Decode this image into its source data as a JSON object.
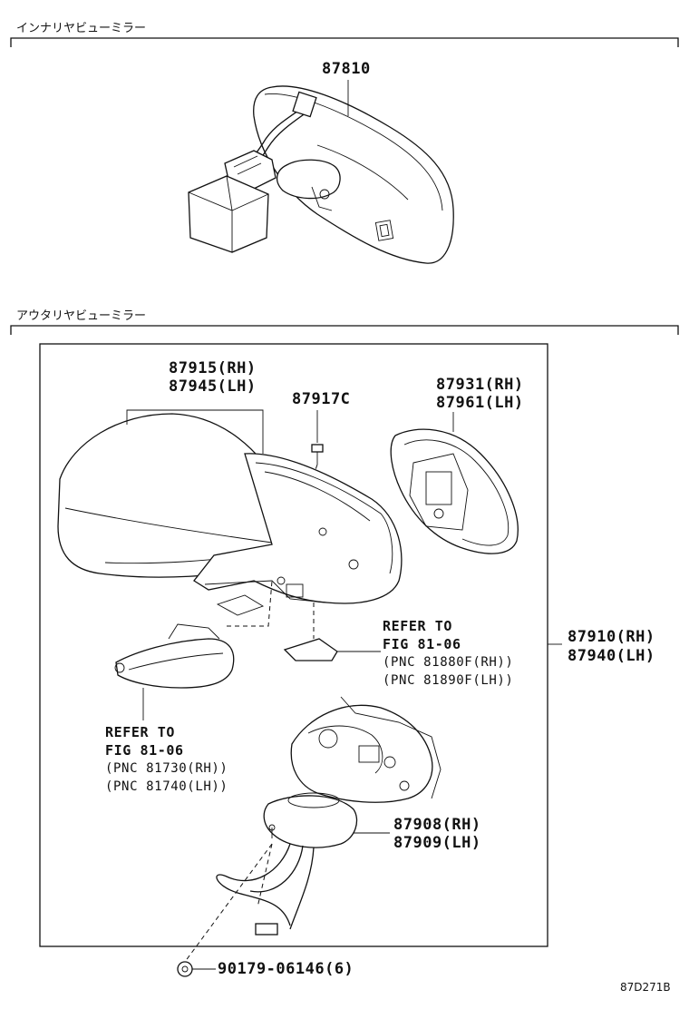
{
  "sections": {
    "inner_title": "インナリヤビューミラー",
    "outer_title": "アウタリヤビューミラー"
  },
  "parts": {
    "inner_mirror": "87810",
    "cover_rh": "87915(RH)",
    "cover_lh": "87945(LH)",
    "screw": "87917C",
    "mirror_glass_rh": "87931(RH)",
    "mirror_glass_lh": "87961(LH)",
    "outer_mirror_rh": "87910(RH)",
    "outer_mirror_lh": "87940(LH)",
    "retractor_rh": "87908(RH)",
    "retractor_lh": "87909(LH)",
    "nut": "90179-06146(6)"
  },
  "refs": {
    "upper": {
      "line1": "REFER TO",
      "line2": "FIG 81-06",
      "line3": "(PNC 81880F(RH))",
      "line4": "(PNC 81890F(LH))"
    },
    "lower": {
      "line1": "REFER TO",
      "line2": "FIG 81-06",
      "line3": "(PNC 81730(RH))",
      "line4": "(PNC 81740(LH))"
    }
  },
  "drawing_code": "87D271B"
}
